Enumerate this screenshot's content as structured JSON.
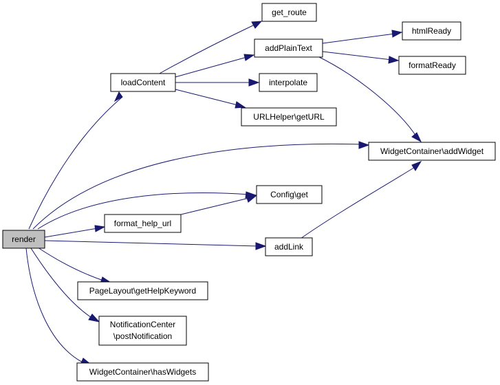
{
  "colors": {
    "edge": "#191970",
    "root_fill": "#bfbfbf",
    "node_fill": "#ffffff",
    "border": "#000000"
  },
  "nodes": {
    "render": "render",
    "load_content": "loadContent",
    "get_route": "get_route",
    "add_plain_text": "addPlainText",
    "html_ready": "htmlReady",
    "format_ready": "formatReady",
    "interpolate": "interpolate",
    "url_helper_get_url": "URLHelper\\getURL",
    "widget_container_add_widget": "WidgetContainer\\addWidget",
    "config_get": "Config\\get",
    "format_help_url": "format_help_url",
    "add_link": "addLink",
    "page_layout_get_help_keyword": "PageLayout\\getHelpKeyword",
    "notification_center_line1": "NotificationCenter",
    "notification_center_line2": "\\postNotification",
    "widget_container_has_widgets": "WidgetContainer\\hasWidgets"
  }
}
